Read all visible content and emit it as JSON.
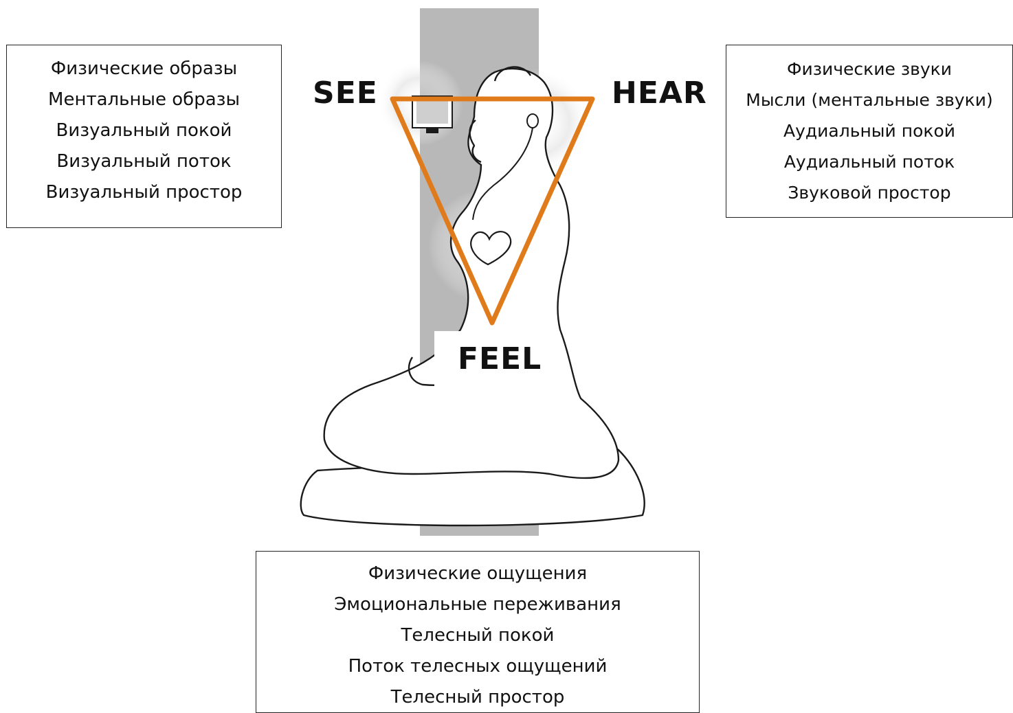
{
  "labels": {
    "see": "SEE",
    "hear": "HEAR",
    "feel": "FEEL"
  },
  "see_box": {
    "lines": [
      "Физические образы",
      "Ментальные образы",
      "Визуальный покой",
      "Визуальный поток",
      "Визуальный простор"
    ]
  },
  "hear_box": {
    "lines": [
      "Физические звуки",
      "Мысли (ментальные звуки)",
      "Аудиальный покой",
      "Аудиальный поток",
      "Звуковой простор"
    ]
  },
  "feel_box": {
    "lines": [
      "Физические ощущения",
      "Эмоциональные переживания",
      "Телесный покой",
      "Поток телесных ощущений",
      "Телесный простор"
    ]
  },
  "colors": {
    "triangle": "#e07b1c",
    "column": "#b8b8b8",
    "outline": "#222222"
  },
  "icons": [
    "seated-figure",
    "monitor-icon",
    "earphone-icon",
    "heart-icon"
  ]
}
